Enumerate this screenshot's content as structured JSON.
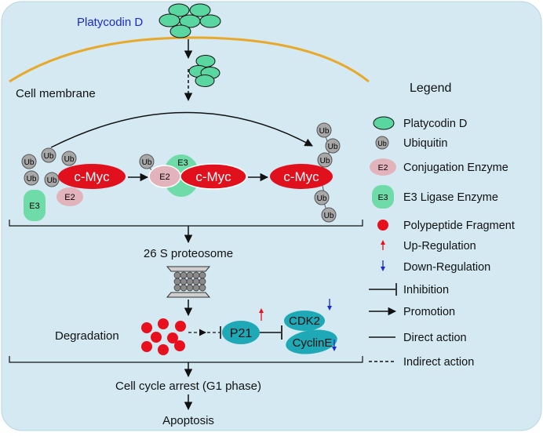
{
  "diagram": {
    "drug_label": "Platycodin D",
    "membrane_label": "Cell membrane",
    "ub": "Ub",
    "e2": "E2",
    "e3": "E3",
    "cmyc": "c-Myc",
    "proteasome_label": "26 S proteosome",
    "degradation_label": "Degradation",
    "p21": "P21",
    "cdk2": "CDK2",
    "cyclin": "CyclinE",
    "arrest_label": "Cell cycle arrest (G1 phase)",
    "apoptosis_label": "Apoptosis"
  },
  "legend": {
    "title": "Legend",
    "items": [
      {
        "label": "Platycodin D",
        "symbol": "green-ellipse"
      },
      {
        "label": "Ubiquitin",
        "symbol": "ub-circle"
      },
      {
        "label": "Conjugation Enzyme",
        "symbol": "e2-ellipse"
      },
      {
        "label": "E3 Ligase Enzyme",
        "symbol": "e3-rect"
      },
      {
        "label": "Polypeptide Fragment",
        "symbol": "red-dot"
      },
      {
        "label": "Up-Regulation",
        "symbol": "red-up-arrow"
      },
      {
        "label": "Down-Regulation",
        "symbol": "blue-down-arrow"
      },
      {
        "label": "Inhibition",
        "symbol": "inhibition-line"
      },
      {
        "label": "Promotion",
        "symbol": "promotion-arrow"
      },
      {
        "label": "Direct action",
        "symbol": "solid-line"
      },
      {
        "label": "Indirect action",
        "symbol": "dashed-line"
      }
    ]
  },
  "colors": {
    "cell": "#d4e9f2",
    "membrane": "#e8a92a",
    "drug_green": "#5ad6a0",
    "ub_grey": "#a8a8a8",
    "e2_pink": "#e3b3bb",
    "e3_green": "#6fdba8",
    "cmyc_red": "#e0101c",
    "fragment_red": "#e8101c",
    "p21_teal": "#1fa9b7",
    "cdk_teal": "#1fa9b7",
    "drug_text_blue": "#1a2ad0",
    "up_red": "#e8101c",
    "down_blue": "#1a2ad0"
  }
}
